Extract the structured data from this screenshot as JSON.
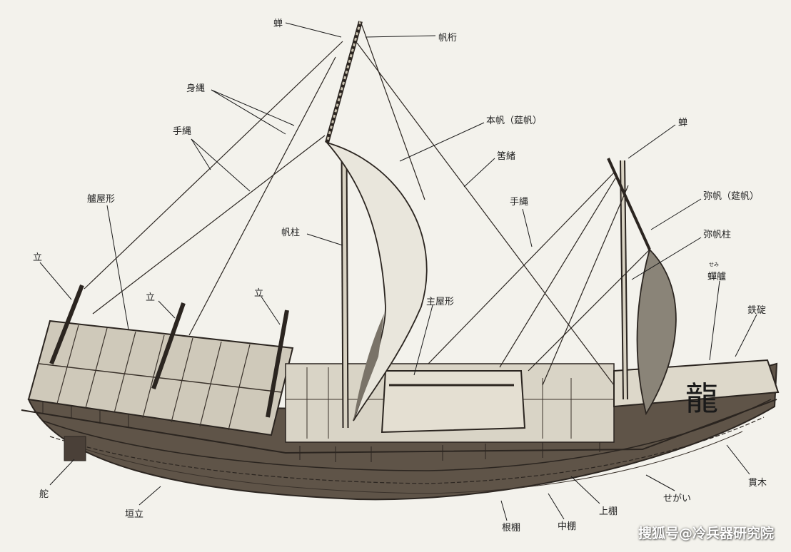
{
  "labels": {
    "semi_top": "蝉",
    "hohaketa": "帆桁",
    "minawa": "身縄",
    "tenawa_left": "手縄",
    "honbo": "本帆（莚帆）",
    "semi_right": "蝉",
    "tatsu_a": "立",
    "tomoyakata": "艫屋形",
    "hobashira": "帆柱",
    "tsuruo": "筈緒",
    "tenawa_right": "手縄",
    "yahan": "弥帆（莚帆）",
    "yahan_bashira": "弥帆柱",
    "tatsu_b": "立",
    "tatsu_c": "立",
    "omoyakata": "主屋形",
    "semi_furigana": "せみ",
    "semiro": "蟬艫",
    "tetsuikari": "鉄碇",
    "kaji": "舵",
    "kakitatsu": "垣立",
    "kannuki": "貫木",
    "segai": "せがい",
    "uwadana": "上棚",
    "nakadana": "中棚",
    "nedana": "根棚"
  },
  "watermark": "搜狐号@冷兵器研究院"
}
